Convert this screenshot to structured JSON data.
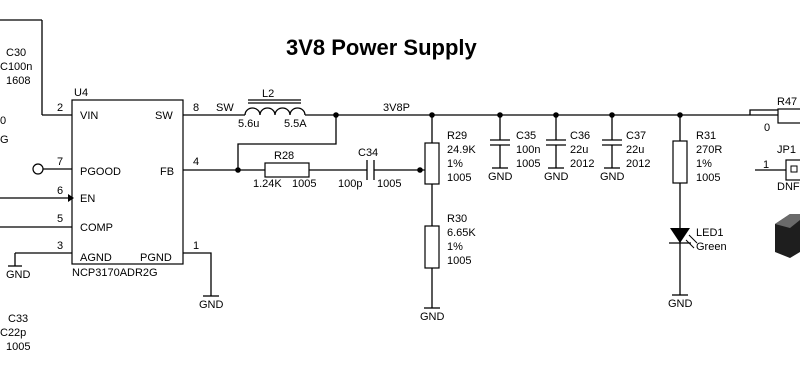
{
  "title": "3V8 Power Supply",
  "ic": {
    "ref": "U4",
    "part": "NCP3170ADR2G",
    "pins": {
      "vin": {
        "num": "2",
        "name": "VIN"
      },
      "pgood": {
        "num": "7",
        "name": "PGOOD"
      },
      "en": {
        "num": "6",
        "name": "EN"
      },
      "comp": {
        "num": "5",
        "name": "COMP"
      },
      "agnd": {
        "num": "3",
        "name": "AGND"
      },
      "sw": {
        "num": "8",
        "name": "SW"
      },
      "fb": {
        "num": "4",
        "name": "FB"
      },
      "pgnd": {
        "num": "1",
        "name": "PGND"
      }
    }
  },
  "nets": {
    "sw": "SW",
    "out": "3V8P",
    "gnd": "GND",
    "pg_partial": "G",
    "left_partial": "0"
  },
  "components": {
    "c30": {
      "ref": "C30",
      "value": "C100n",
      "size": "1608"
    },
    "c33": {
      "ref": "C33",
      "value": "C22p",
      "size": "1005"
    },
    "l2": {
      "ref": "L2",
      "value": "5.6u",
      "current": "5.5A"
    },
    "r28": {
      "ref": "R28",
      "value": "1.24K",
      "size": "1005"
    },
    "c34": {
      "ref": "C34",
      "value": "100p",
      "size": "1005"
    },
    "r29": {
      "ref": "R29",
      "value": "24.9K",
      "tol": "1%",
      "size": "1005"
    },
    "r30": {
      "ref": "R30",
      "value": "6.65K",
      "tol": "1%",
      "size": "1005"
    },
    "c35": {
      "ref": "C35",
      "value": "100n",
      "size": "1005"
    },
    "c36": {
      "ref": "C36",
      "value": "22u",
      "size": "2012"
    },
    "c37": {
      "ref": "C37",
      "value": "22u",
      "size": "2012"
    },
    "r31": {
      "ref": "R31",
      "value": "270R",
      "tol": "1%",
      "size": "1005"
    },
    "led1": {
      "ref": "LED1",
      "color": "Green"
    },
    "r47": {
      "ref": "R47",
      "value": "0"
    },
    "jp1": {
      "ref": "JP1",
      "pin": "1",
      "note": "DNF"
    }
  },
  "colors": {
    "line": "#000000",
    "background": "#ffffff",
    "jumper": "#1e1e1e"
  }
}
